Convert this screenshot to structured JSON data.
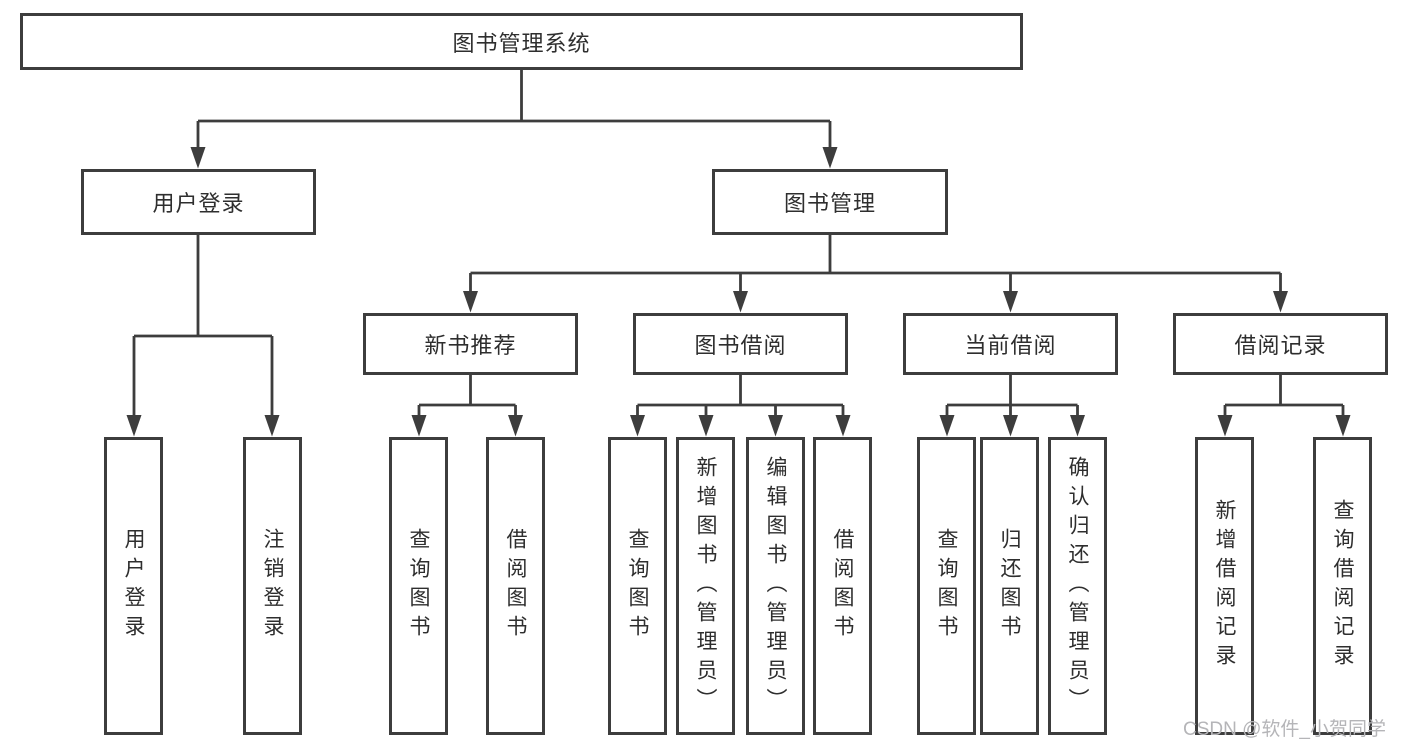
{
  "diagram": {
    "title": "图书管理系统",
    "root": "图书管理系统",
    "level2": [
      "用户登录",
      "图书管理"
    ],
    "level3": [
      "新书推荐",
      "图书借阅",
      "当前借阅",
      "借阅记录"
    ],
    "leaves": [
      "用户登录",
      "注销登录",
      "查询图书",
      "借阅图书",
      "查询图书",
      "新增图书（管理员）",
      "编辑图书（管理员）",
      "借阅图书",
      "查询图书",
      "归还图书",
      "确认归还（管理员）",
      "新增借阅记录",
      "查询借阅记录"
    ],
    "hierarchy": {
      "图书管理系统": [
        "用户登录",
        "图书管理"
      ],
      "用户登录": [
        "用户登录",
        "注销登录"
      ],
      "图书管理": [
        "新书推荐",
        "图书借阅",
        "当前借阅",
        "借阅记录"
      ],
      "新书推荐": [
        "查询图书",
        "借阅图书"
      ],
      "图书借阅": [
        "查询图书",
        "新增图书（管理员）",
        "编辑图书（管理员）",
        "借阅图书"
      ],
      "当前借阅": [
        "查询图书",
        "归还图书",
        "确认归还（管理员）"
      ],
      "借阅记录": [
        "新增借阅记录",
        "查询借阅记录"
      ]
    }
  },
  "watermark": {
    "text": "CSDN @软件_小贺同学"
  },
  "colors": {
    "line": "#3d3d3d",
    "box_border": "#3d3d3d",
    "text": "#2e2e2e",
    "watermark": "#b5b5b8",
    "background": "#ffffff"
  }
}
